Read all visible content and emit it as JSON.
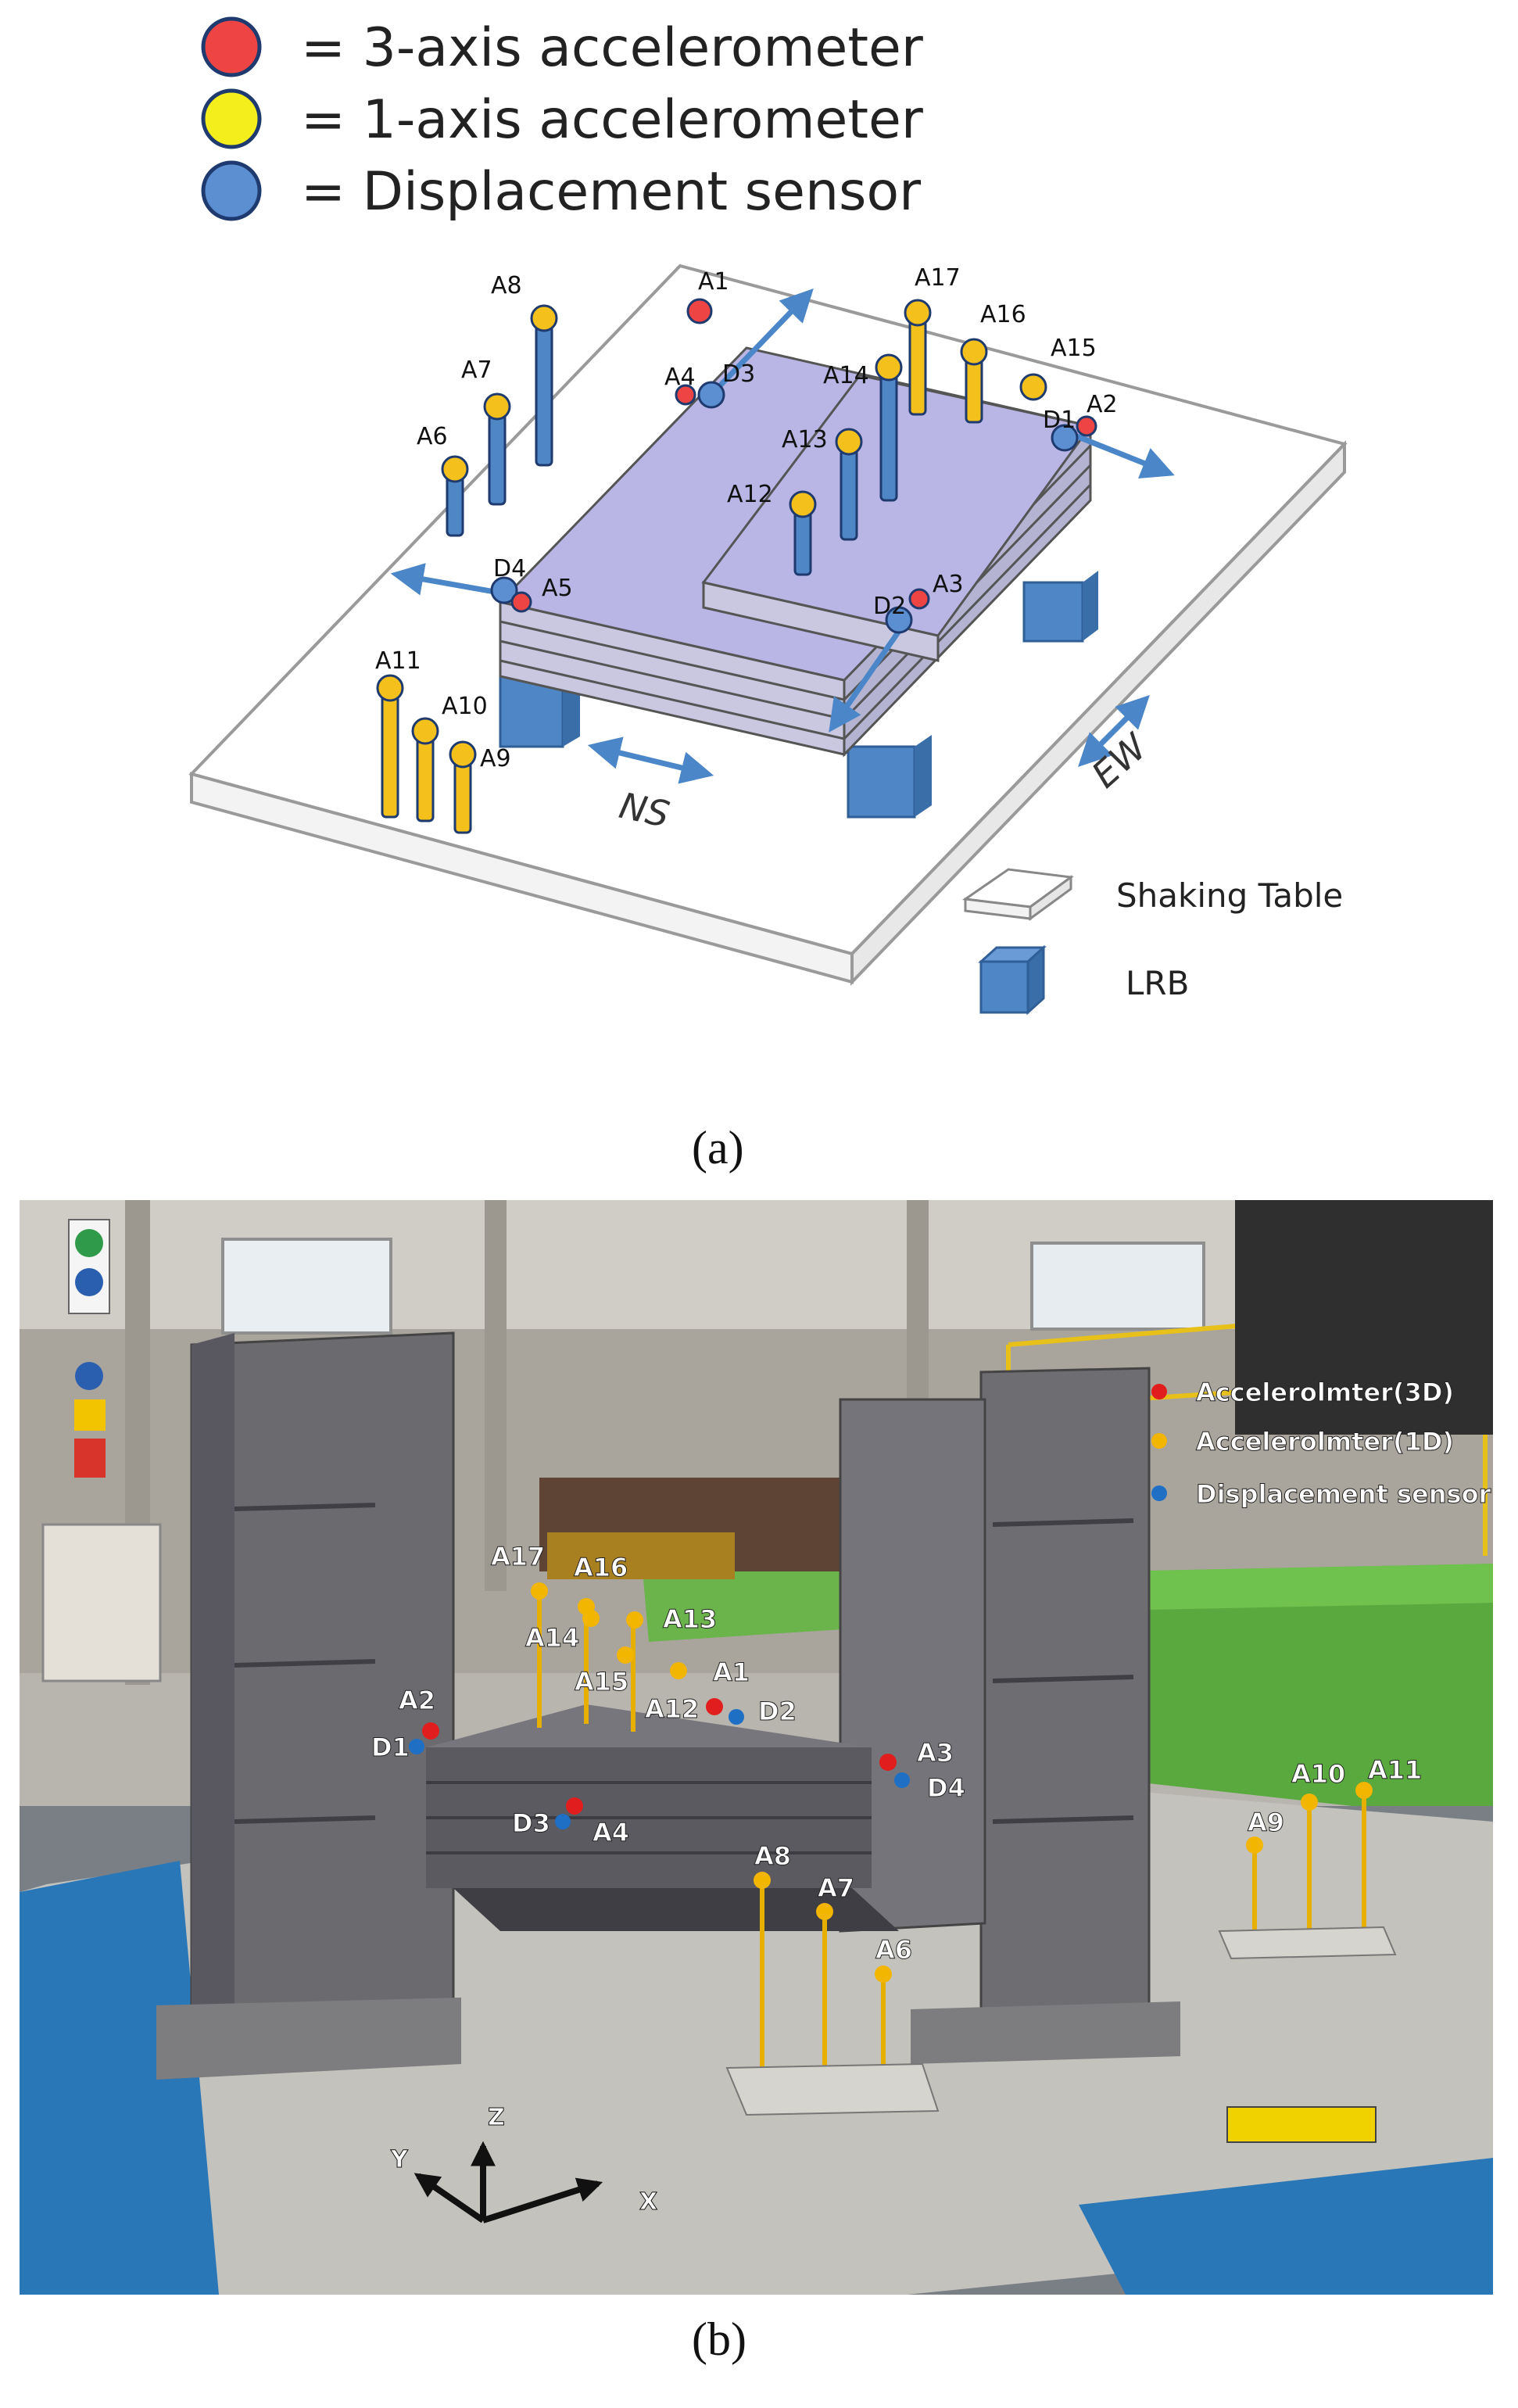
{
  "legend": {
    "items": [
      {
        "color": "#ef4444",
        "label": "= 3-axis accelerometer"
      },
      {
        "color": "#f4ef1c",
        "label": "= 1-axis accelerometer"
      },
      {
        "color": "#5b8fd1",
        "label": "= Displacement sensor"
      }
    ]
  },
  "diagram": {
    "sensor_labels": {
      "A1": "A1",
      "A2": "A2",
      "A3": "A3",
      "A4": "A4",
      "A5": "A5",
      "A6": "A6",
      "A7": "A7",
      "A8": "A8",
      "A9": "A9",
      "A10": "A10",
      "A11": "A11",
      "A12": "A12",
      "A13": "A13",
      "A14": "A14",
      "A15": "A15",
      "A16": "A16",
      "A17": "A17",
      "D1": "D1",
      "D2": "D2",
      "D3": "D3",
      "D4": "D4"
    },
    "ns_label": "NS",
    "ew_label": "EW",
    "key": {
      "table": "Shaking Table",
      "lrb": "LRB"
    }
  },
  "photo": {
    "legend": {
      "items": [
        {
          "color": "#e11d1d",
          "label": "Accelerolmter(3D)"
        },
        {
          "color": "#f2b500",
          "label": "Accelerolmter(1D)"
        },
        {
          "color": "#1f6fc4",
          "label": "Displacement sensor"
        }
      ]
    },
    "axes": {
      "x": "X",
      "y": "Y",
      "z": "Z"
    }
  },
  "captions": {
    "a": "(a)",
    "b": "(b)"
  },
  "colors": {
    "three_axis": "#ef4444",
    "one_axis": "#f4c01c",
    "displacement": "#5b8fd1",
    "platform_top": "#b9b6e6",
    "platform_side": "#c9c8e0",
    "lrb": "#4f86c6",
    "arrow": "#4a86c8"
  }
}
